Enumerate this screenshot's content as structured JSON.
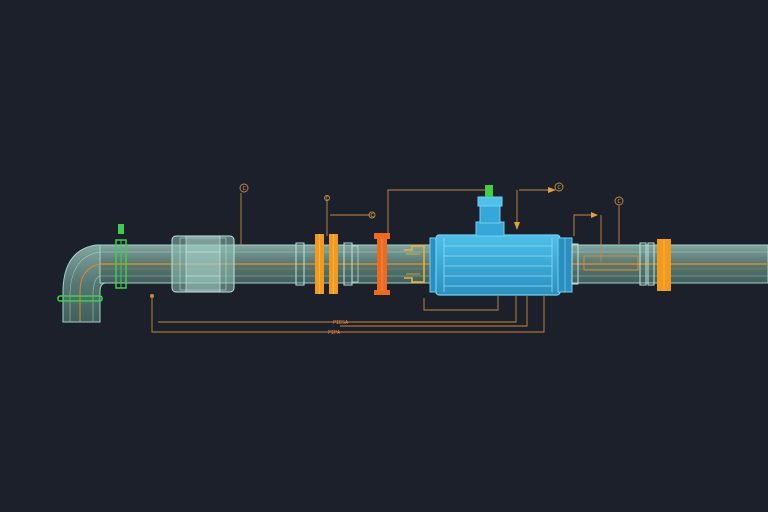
{
  "diagram": {
    "background": "#1c202a",
    "colors": {
      "pipe_fill": "#7fb3a8",
      "pipe_stroke": "#9fd4c6",
      "center_line": "#d98a2b",
      "elbow": "#8fc4b8",
      "green_accent": "#3ecf4a",
      "orange_flange": "#f29a1c",
      "red_orange_valve": "#ee6a1e",
      "blue_body": "#35a7d8",
      "blue_stroke": "#6fd0f2",
      "leader_line": "#c9893f"
    },
    "dimension_labels": {
      "upper": "PIESA",
      "lower": "PIPA"
    },
    "bubble_labels": {
      "b1": "C",
      "b2": "C",
      "b3": "C",
      "b4": "C",
      "b5": "C"
    }
  }
}
